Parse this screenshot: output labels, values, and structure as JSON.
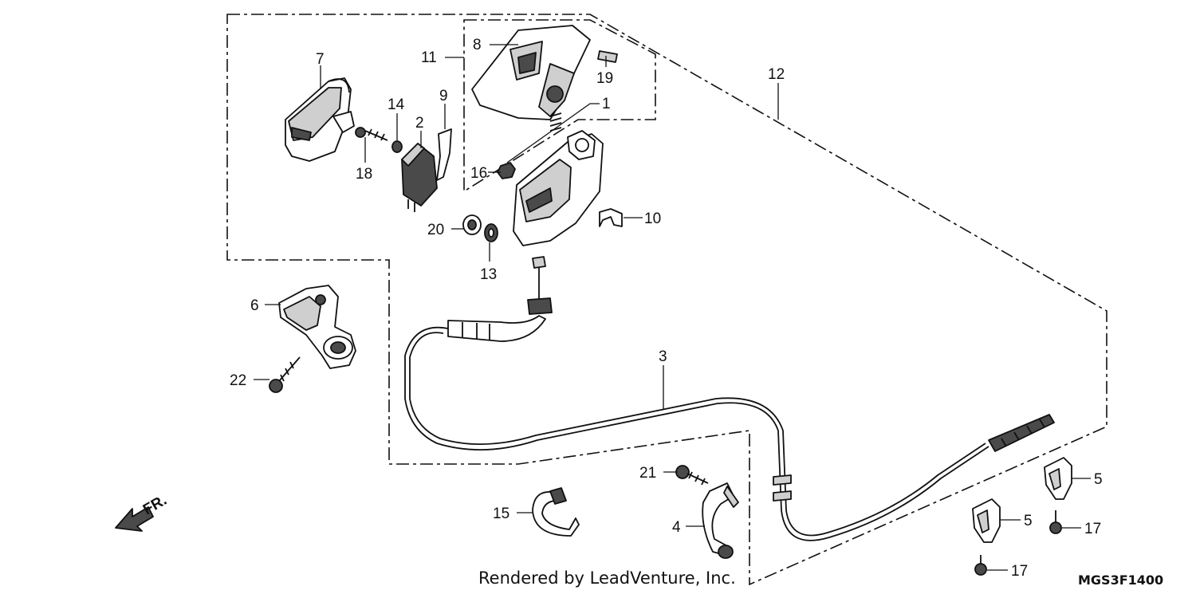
{
  "callouts": [
    {
      "id": "c1",
      "text": "1"
    },
    {
      "id": "c2",
      "text": "2"
    },
    {
      "id": "c3",
      "text": "3"
    },
    {
      "id": "c4",
      "text": "4"
    },
    {
      "id": "c5a",
      "text": "5"
    },
    {
      "id": "c5b",
      "text": "5"
    },
    {
      "id": "c6",
      "text": "6"
    },
    {
      "id": "c7",
      "text": "7"
    },
    {
      "id": "c8",
      "text": "8"
    },
    {
      "id": "c9",
      "text": "9"
    },
    {
      "id": "c10",
      "text": "10"
    },
    {
      "id": "c11",
      "text": "11"
    },
    {
      "id": "c12",
      "text": "12"
    },
    {
      "id": "c13",
      "text": "13"
    },
    {
      "id": "c14",
      "text": "14"
    },
    {
      "id": "c15",
      "text": "15"
    },
    {
      "id": "c16",
      "text": "16"
    },
    {
      "id": "c17a",
      "text": "17"
    },
    {
      "id": "c17b",
      "text": "17"
    },
    {
      "id": "c18",
      "text": "18"
    },
    {
      "id": "c19",
      "text": "19"
    },
    {
      "id": "c20",
      "text": "20"
    },
    {
      "id": "c21",
      "text": "21"
    },
    {
      "id": "c22",
      "text": "22"
    }
  ],
  "direction_label": "FR.",
  "watermark": "Rendered by LeadVenture, Inc.",
  "diagram_code": "MGS3F1400"
}
